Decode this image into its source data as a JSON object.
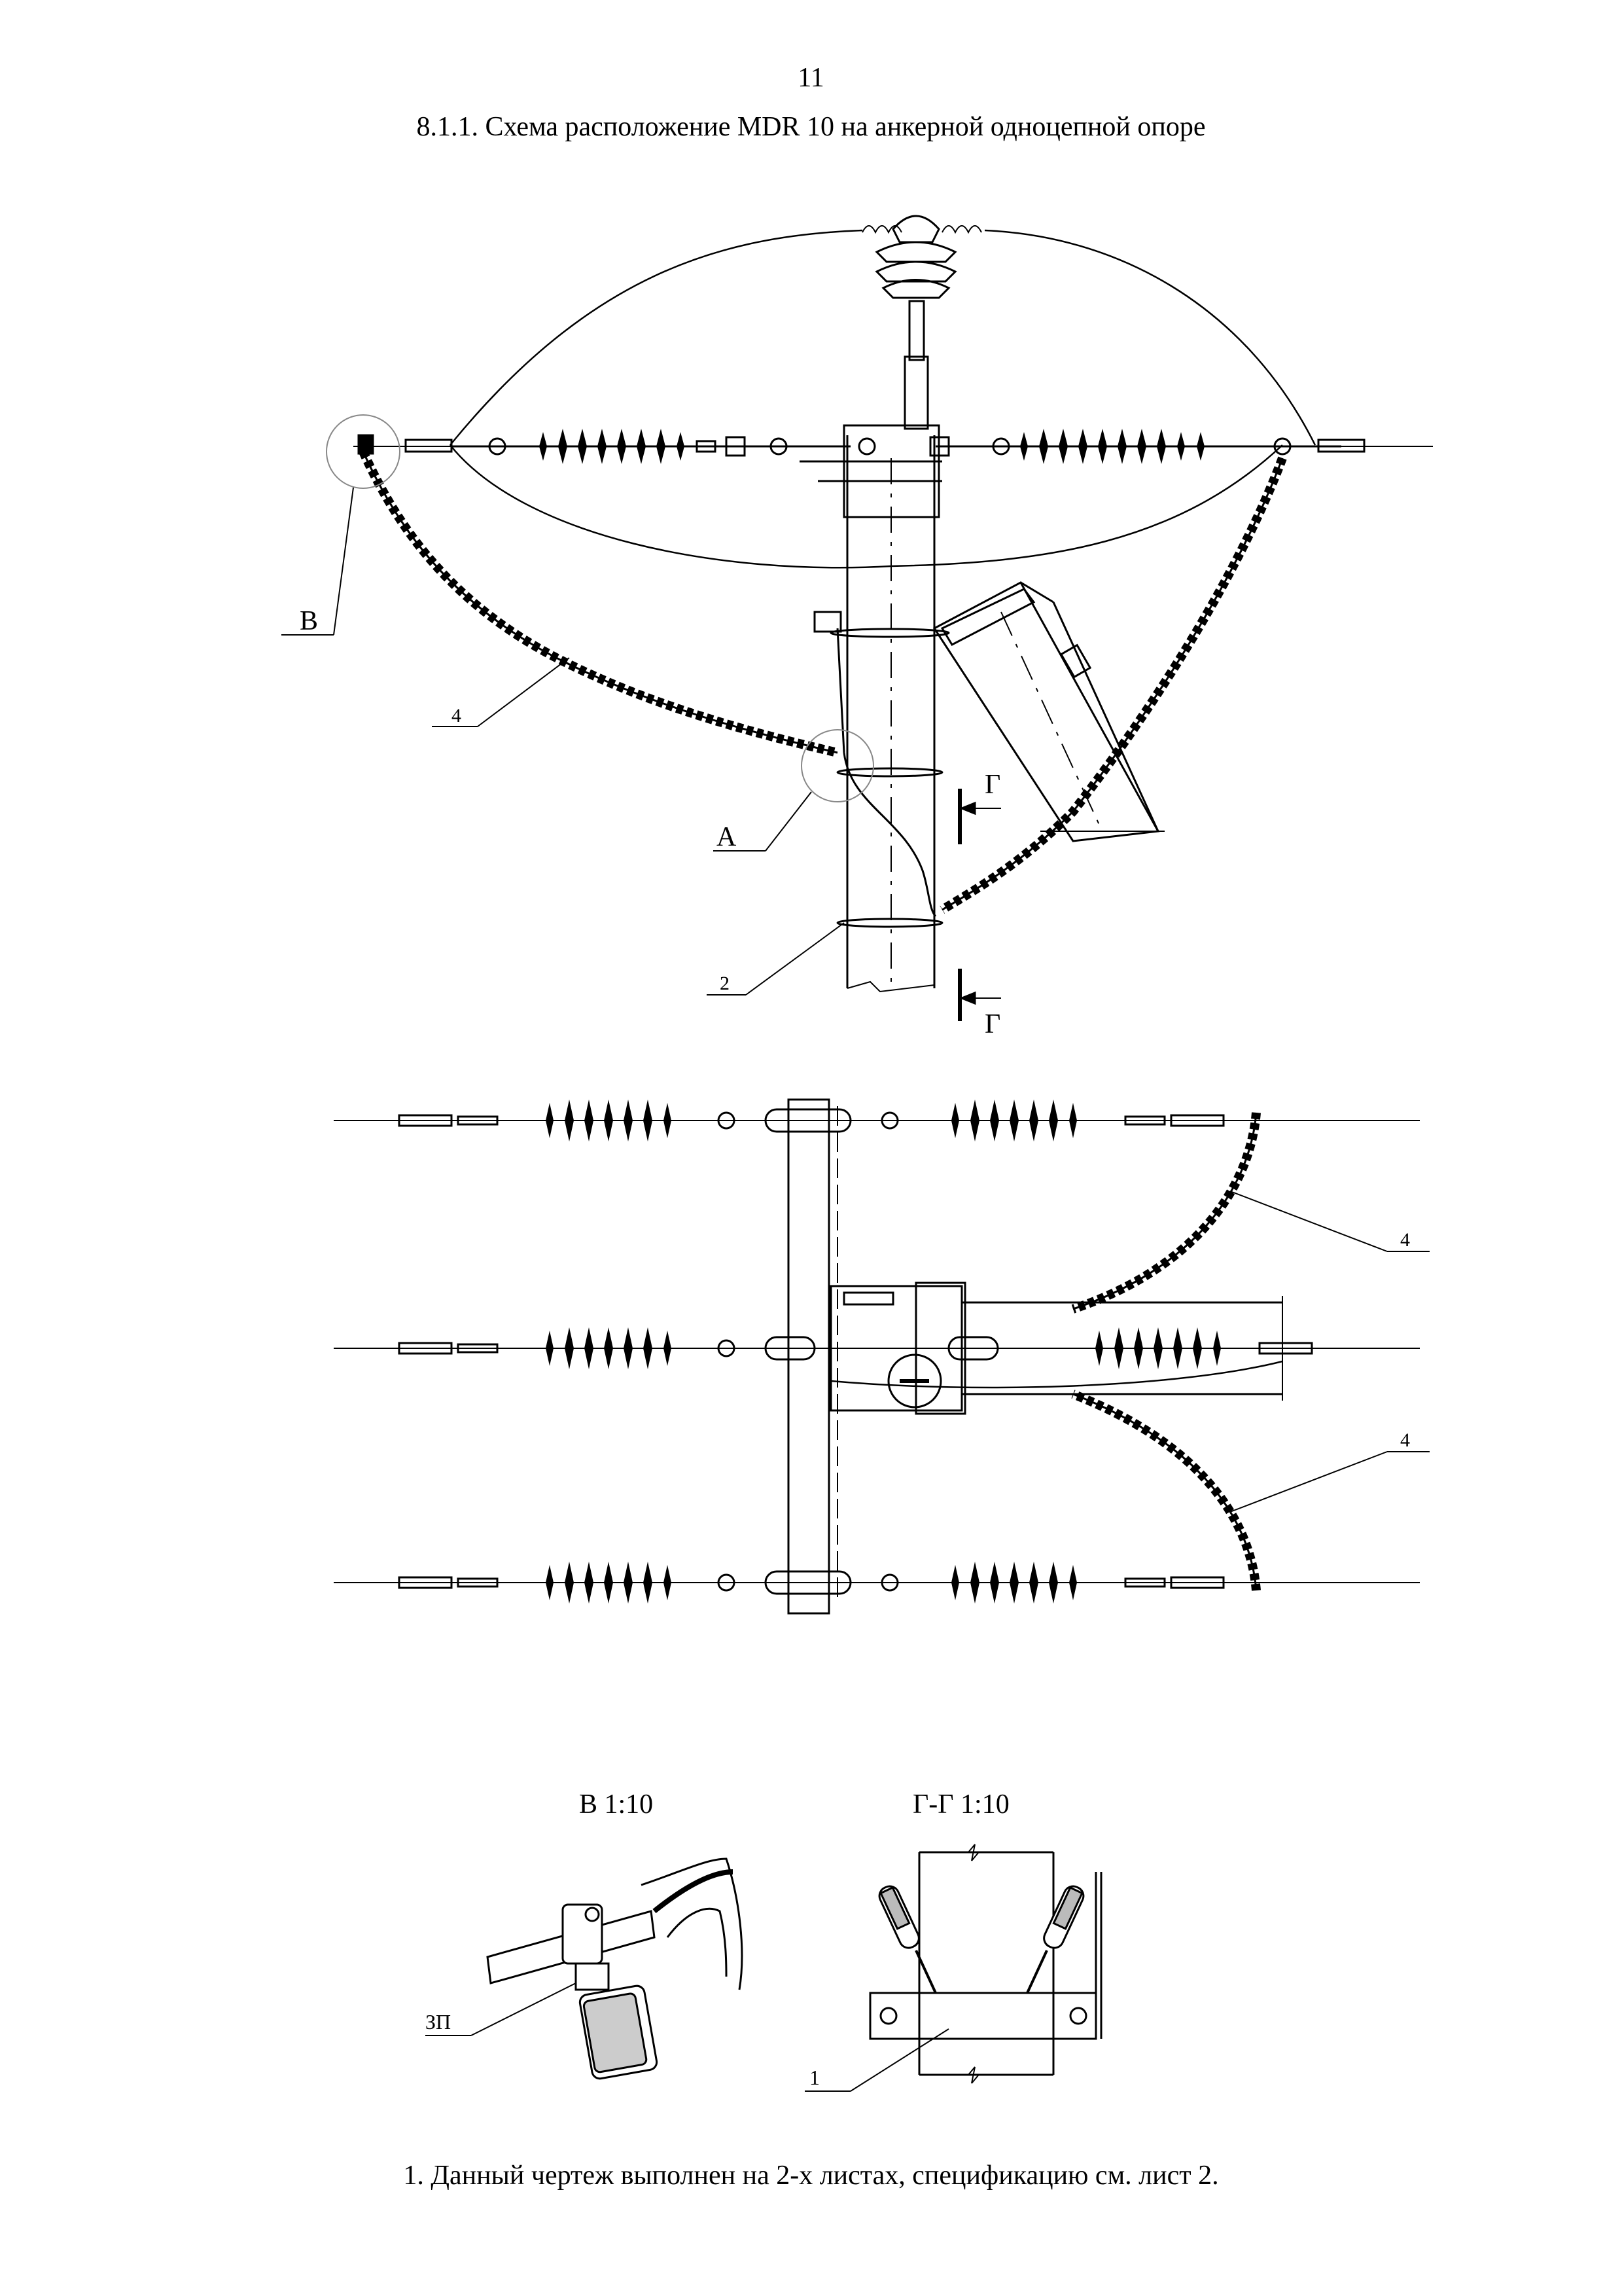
{
  "page": {
    "number": "11",
    "title": "8.1.1. Схема расположение MDR 10 на анкерной одноцепной опоре",
    "footnote": "1. Данный чертеж выполнен на 2-х листах, спецификацию см. лист 2."
  },
  "front_view": {
    "callouts": {
      "B": "В",
      "A": "А",
      "four": "4",
      "two": "2"
    },
    "section_marks": {
      "top": "Г",
      "bottom": "Г"
    }
  },
  "plan_view": {
    "callouts": {
      "four_upper": "4",
      "four_lower": "4"
    }
  },
  "detail_b": {
    "title": "В 1:10",
    "callout": "ЗП"
  },
  "section_gg": {
    "title": "Г-Г 1:10",
    "callout": "1"
  }
}
